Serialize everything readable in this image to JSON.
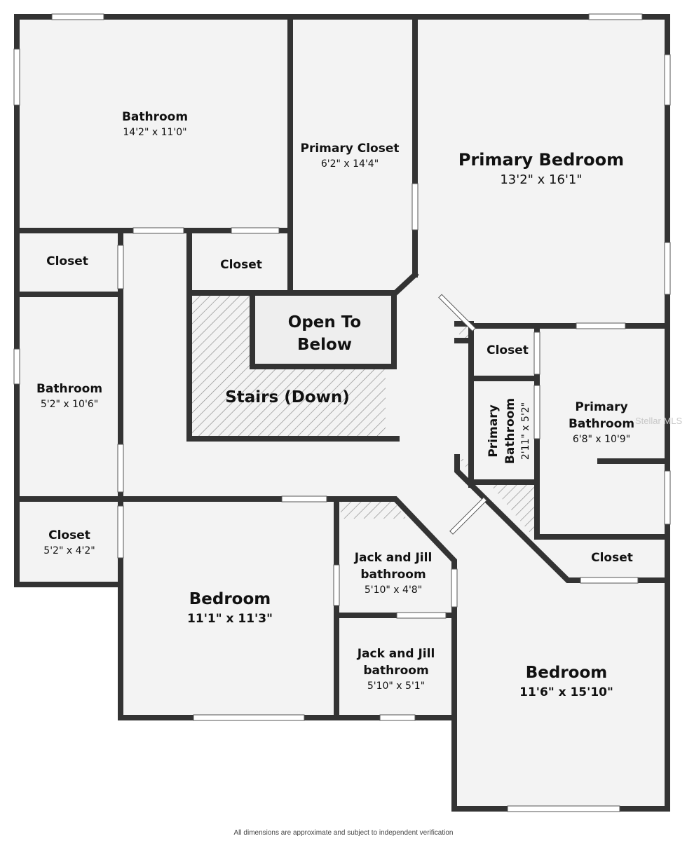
{
  "rooms": [
    {
      "id": "bathroom-top-left",
      "name": "Bathroom",
      "dims": "14'2\" x 11'0\""
    },
    {
      "id": "primary-closet",
      "name": "Primary Closet",
      "dims": "6'2\" x 14'4\""
    },
    {
      "id": "primary-bedroom",
      "name": "Primary Bedroom",
      "dims": "13'2\" x 16'1\""
    },
    {
      "id": "closet-left-upper",
      "name": "Closet",
      "dims": ""
    },
    {
      "id": "closet-center-upper",
      "name": "Closet",
      "dims": ""
    },
    {
      "id": "open-to-below",
      "name_line1": "Open To",
      "name_line2": "Below"
    },
    {
      "id": "stairs",
      "name": "Stairs (Down)"
    },
    {
      "id": "closet-right-upper",
      "name": "Closet",
      "dims": ""
    },
    {
      "id": "bathroom-left",
      "name": "Bathroom",
      "dims": "5'2\" x 10'6\""
    },
    {
      "id": "primary-bathroom-small",
      "name_line1": "Primary",
      "name_line2": "Bathroom",
      "dims": "2'11\" x 5'2\""
    },
    {
      "id": "primary-bathroom",
      "name_line1": "Primary",
      "name_line2": "Bathroom",
      "dims": "6'8\" x 10'9\""
    },
    {
      "id": "closet-left-lower",
      "name": "Closet",
      "dims": "5'2\" x 4'2\""
    },
    {
      "id": "bedroom-center",
      "name": "Bedroom",
      "dims": "11'1\" x 11'3\""
    },
    {
      "id": "jack-jill-upper",
      "name_line1": "Jack and Jill",
      "name_line2": "bathroom",
      "dims": "5'10\" x 4'8\""
    },
    {
      "id": "jack-jill-lower",
      "name_line1": "Jack and Jill",
      "name_line2": "bathroom",
      "dims": "5'10\" x 5'1\""
    },
    {
      "id": "closet-right-lower",
      "name": "Closet",
      "dims": ""
    },
    {
      "id": "bedroom-right",
      "name": "Bedroom",
      "dims": "11'6\" x 15'10\""
    }
  ],
  "footer": "All dimensions are approximate and subject to independent verification",
  "watermark": "Stellar MLS",
  "colors": {
    "wall": "#333333",
    "floor": "#f3f3f3",
    "hatch": "#888888"
  }
}
